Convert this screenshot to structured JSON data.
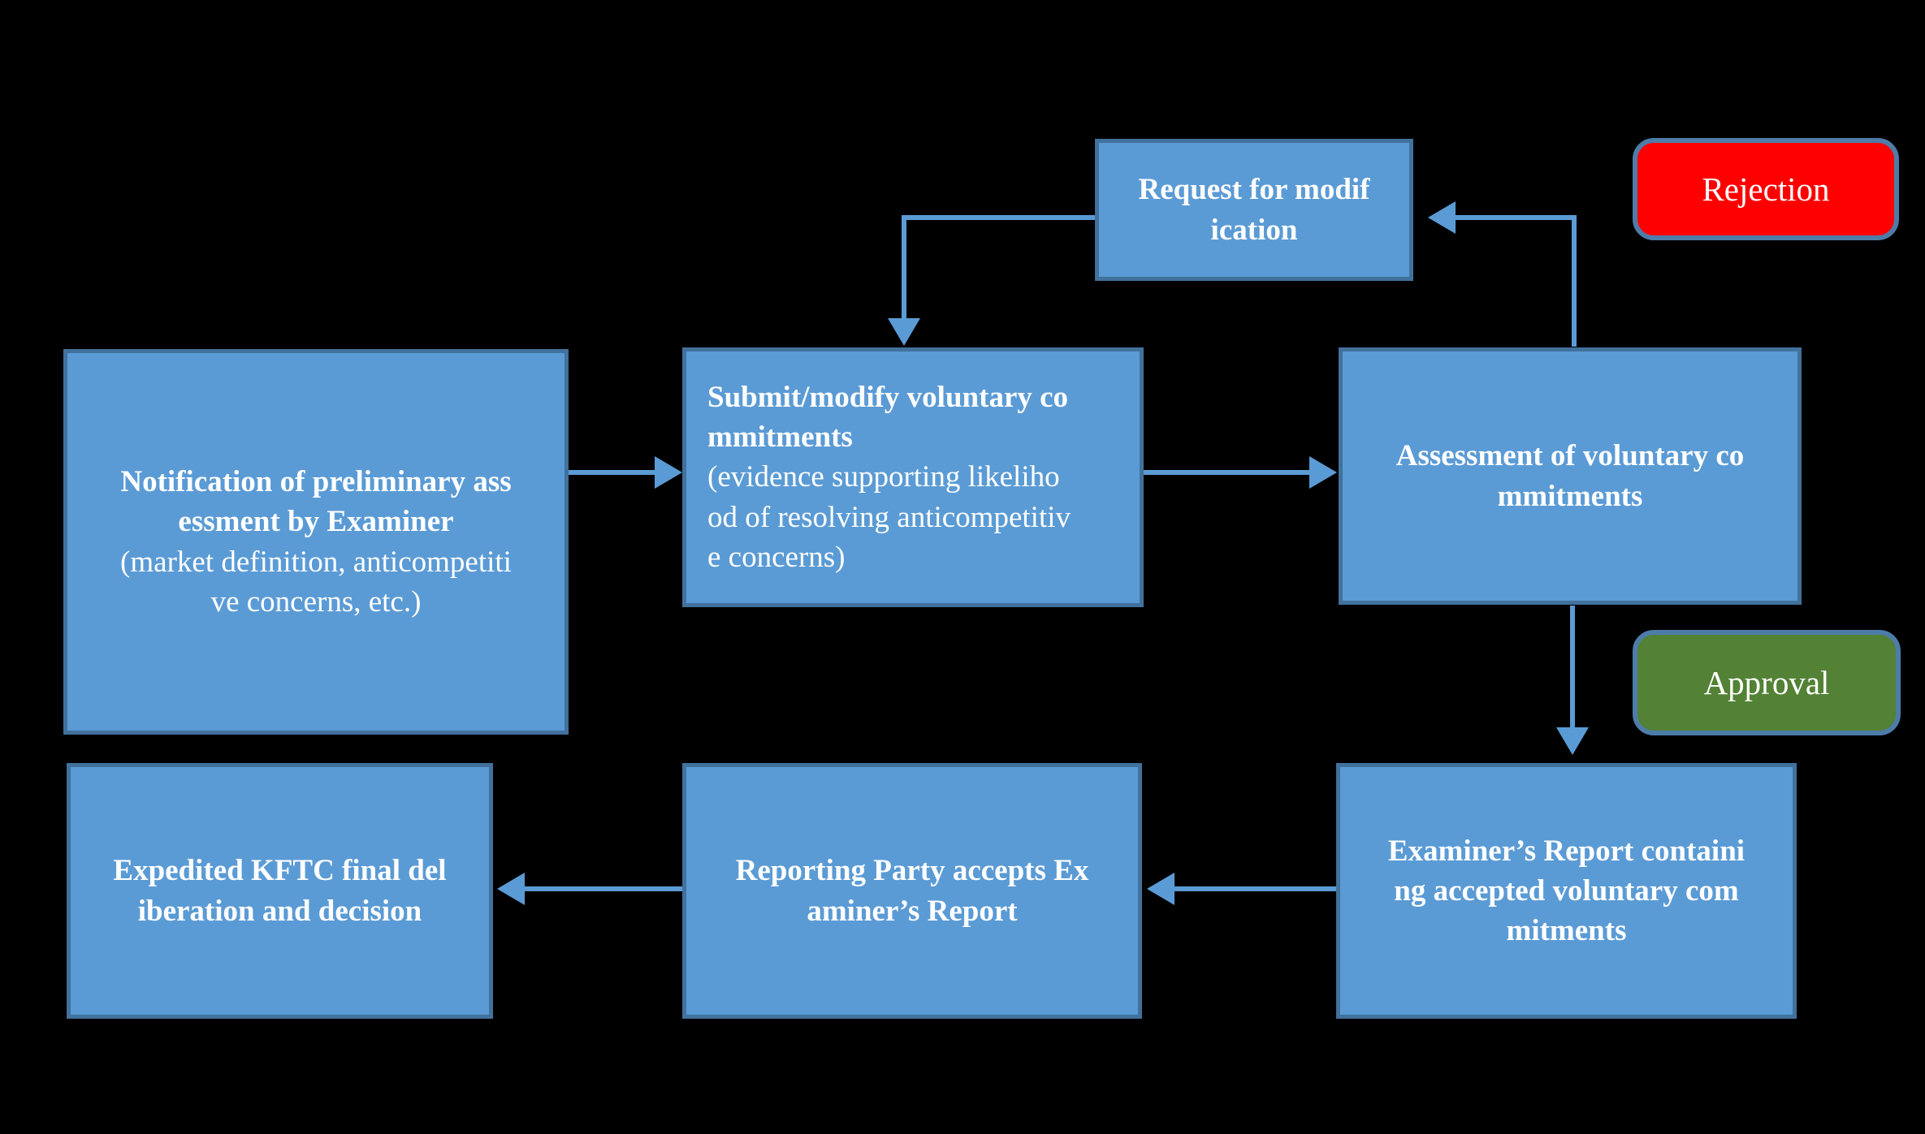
{
  "colors": {
    "background": "#000000",
    "box_fill": "#5B9BD5",
    "box_border": "#41719C",
    "badge_border": "#4E7CA8",
    "rejection_fill": "#FF0000",
    "approval_fill": "#538135",
    "text_color": "#FFFFFF",
    "connector": "#5B9BD5"
  },
  "nodes": {
    "notification": {
      "title": "Notification of preliminary ass\nessment by Examiner",
      "subtitle": "(market definition, anticompetiti\nve concerns, etc.)"
    },
    "submit": {
      "title": "Submit/modify voluntary co\nmmitments",
      "subtitle": "(evidence supporting likeliho\nod of resolving anticompetitiv\ne concerns)"
    },
    "assessment": {
      "title": "Assessment of voluntary co\nmmitments"
    },
    "request": {
      "title": "Request for modif\nication"
    },
    "examiner": {
      "title": "Examiner’s Report containi\nng accepted voluntary com\nmitments"
    },
    "reporting": {
      "title": "Reporting Party accepts Ex\naminer’s Report"
    },
    "expedited": {
      "title": "Expedited KFTC final del\niberation and decision"
    },
    "rejection": {
      "label": "Rejection"
    },
    "approval": {
      "label": "Approval"
    }
  }
}
